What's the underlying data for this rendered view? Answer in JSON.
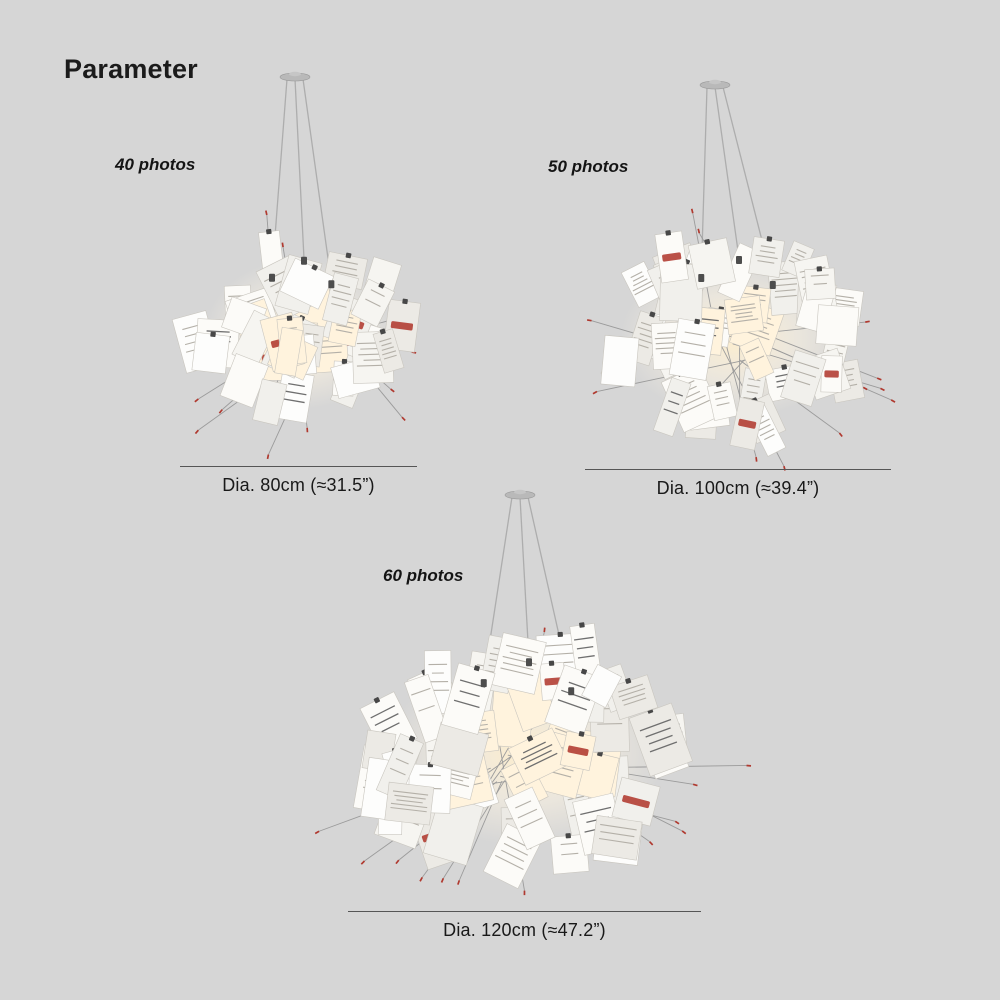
{
  "page": {
    "title": "Parameter"
  },
  "products": [
    {
      "photos": 40,
      "label": "40 photos",
      "diameter_label": "Dia. 80cm (≈31.5”)"
    },
    {
      "photos": 50,
      "label": "50 photos",
      "diameter_label": "Dia. 100cm (≈39.4”)"
    },
    {
      "photos": 60,
      "label": "60 photos",
      "diameter_label": "Dia. 120cm (≈47.2”)"
    }
  ],
  "style": {
    "background": "#d6d6d6",
    "paper_white": "#f6f5f1",
    "warm_glow": "#ffeecb",
    "accent_red": "#b0392f",
    "wire_gray": "#9b9b9b"
  }
}
